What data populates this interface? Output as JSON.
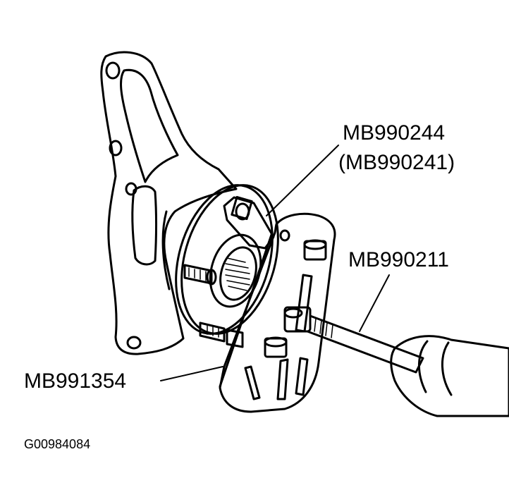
{
  "callouts": {
    "wrench_part": "MB990244",
    "wrench_alt_part": "(MB990241)",
    "puller_bolt_part": "MB990211",
    "flange_plate_part": "MB991354"
  },
  "figure_id": "G00984084",
  "colors": {
    "ink": "#000000",
    "paper": "#ffffff"
  }
}
